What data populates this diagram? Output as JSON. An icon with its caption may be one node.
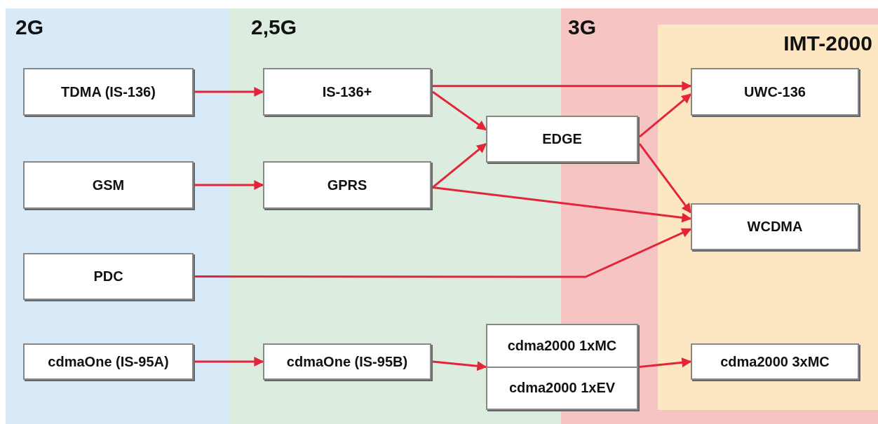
{
  "diagram": {
    "nodes": [
      {
        "text": [
          "2G"
        ]
      },
      {
        "text": [
          "2,5G"
        ]
      },
      {
        "text": [
          "3G"
        ]
      },
      {
        "text": [
          "IMT-2000"
        ],
        "in": 2
      },
      {
        "text": [
          "TDMA (IS-136)"
        ],
        "in": 0
      },
      {
        "text": [
          "GSM"
        ],
        "in": 0
      },
      {
        "text": [
          "PDC"
        ],
        "in": 0
      },
      {
        "text": [
          "cdmaOne (IS-95A)"
        ],
        "in": 0
      },
      {
        "text": [
          "IS-136+"
        ],
        "in": 1
      },
      {
        "text": [
          "GPRS"
        ],
        "in": 1
      },
      {
        "text": [
          "cdmaOne (IS-95B)"
        ],
        "in": 1
      },
      {
        "text": [
          "EDGE"
        ]
      },
      {
        "text": [
          "cdma2000 1xMC",
          "cdma2000 1xEV"
        ]
      },
      {
        "text": [
          "UWC-136"
        ],
        "in": 3
      },
      {
        "text": [
          "WCDMA"
        ],
        "in": 3
      },
      {
        "text": [
          "cdma2000 3xMC"
        ],
        "in": 3
      }
    ],
    "edges": [
      {
        "from": 4,
        "to": 8,
        "arrow": "to"
      },
      {
        "from": 5,
        "to": 9,
        "arrow": "to"
      },
      {
        "from": 8,
        "to": 13,
        "arrow": "to"
      },
      {
        "from": 8,
        "to": 11,
        "arrow": "to"
      },
      {
        "from": 9,
        "to": 11,
        "arrow": "to"
      },
      {
        "from": 9,
        "to": 14,
        "arrow": "to"
      },
      {
        "from": 11,
        "to": 13,
        "arrow": "to"
      },
      {
        "from": 11,
        "to": 14,
        "arrow": "to"
      },
      {
        "from": 6,
        "to": 14,
        "arrow": "to"
      },
      {
        "from": 7,
        "to": 10,
        "arrow": "to"
      },
      {
        "from": 10,
        "to": 12,
        "arrow": "to"
      },
      {
        "from": 12,
        "to": 15,
        "arrow": "to"
      }
    ]
  }
}
